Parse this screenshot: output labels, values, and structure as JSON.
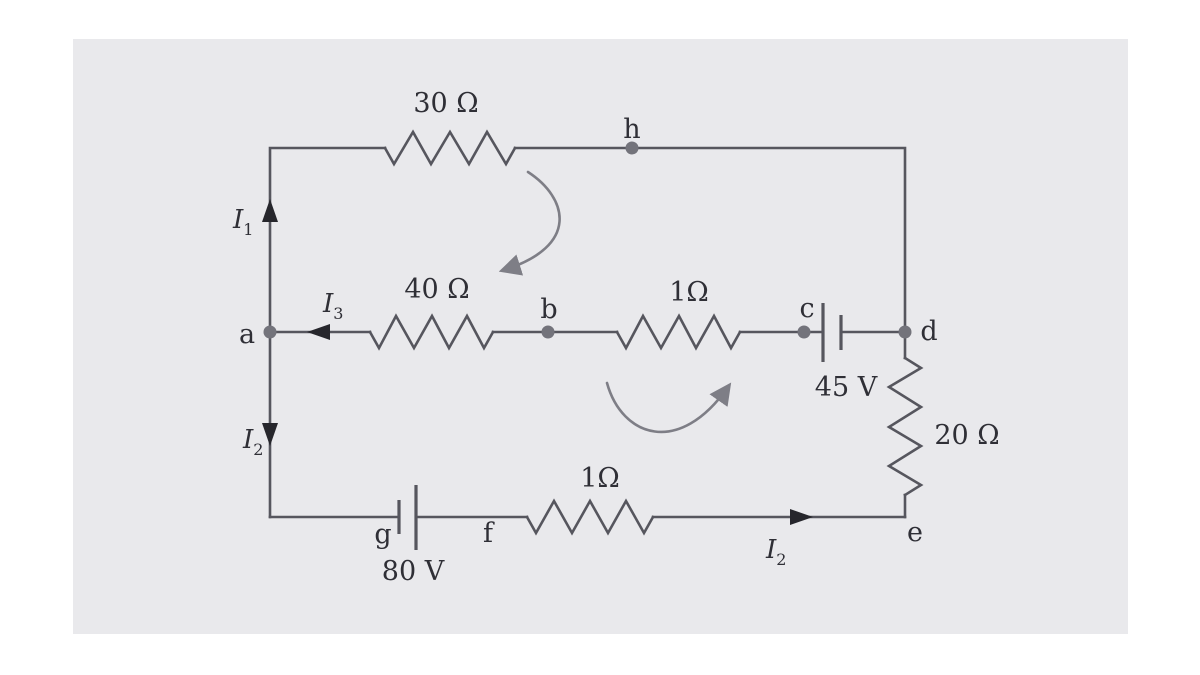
{
  "figure": {
    "type": "circuit-diagram",
    "page_bg": "#ffffff",
    "panel_bg": "#e9e9ec"
  },
  "colors": {
    "wire": "#56565e",
    "text": "#2f2f36",
    "dot": "#73737b",
    "arrow": "#7e7e86",
    "arrowhead": "#26262c"
  },
  "resistors": {
    "top": "30 Ω",
    "mid_left": "40 Ω",
    "mid_right": "1Ω",
    "right": "20 Ω",
    "bottom": "1Ω"
  },
  "batteries": {
    "right": "45 V",
    "bottom": "80 V"
  },
  "nodes": {
    "a": "a",
    "b": "b",
    "c": "c",
    "d": "d",
    "e": "e",
    "f": "f",
    "g": "g",
    "h": "h"
  },
  "currents": {
    "i1": {
      "sym": "I",
      "sub": "1"
    },
    "i2_left": {
      "sym": "I",
      "sub": "2"
    },
    "i3": {
      "sym": "I",
      "sub": "3"
    },
    "i2_bottom": {
      "sym": "I",
      "sub": "2"
    }
  }
}
